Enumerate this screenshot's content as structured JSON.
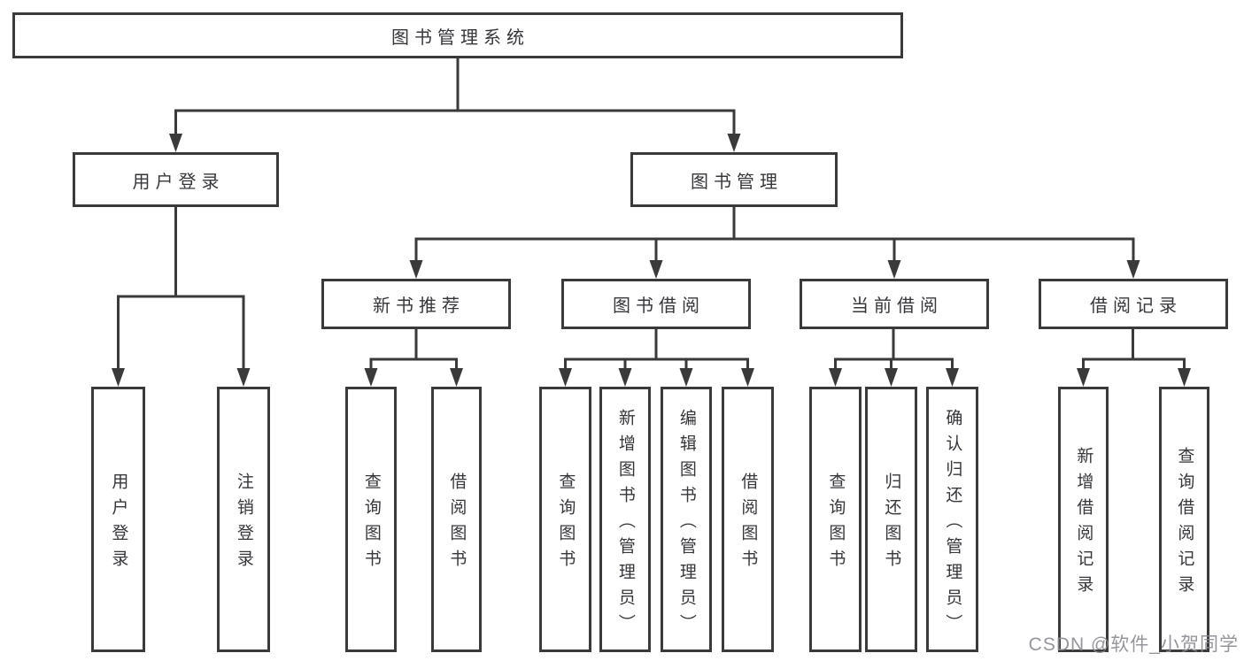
{
  "diagram": {
    "root": {
      "label": "图书管理系统",
      "children": [
        {
          "label": "用户登录",
          "children": [
            {
              "label": "用户登录"
            },
            {
              "label": "注销登录"
            }
          ]
        },
        {
          "label": "图书管理",
          "children": [
            {
              "label": "新书推荐",
              "children": [
                {
                  "label": "查询图书"
                },
                {
                  "label": "借阅图书"
                }
              ]
            },
            {
              "label": "图书借阅",
              "children": [
                {
                  "label": "查询图书"
                },
                {
                  "label": "新增图书（管理员）"
                },
                {
                  "label": "编辑图书（管理员）"
                },
                {
                  "label": "借阅图书"
                }
              ]
            },
            {
              "label": "当前借阅",
              "children": [
                {
                  "label": "查询图书"
                },
                {
                  "label": "归还图书"
                },
                {
                  "label": "确认归还（管理员）"
                }
              ]
            },
            {
              "label": "借阅记录",
              "children": [
                {
                  "label": "新增借阅记录"
                },
                {
                  "label": "查询借阅记录"
                }
              ]
            }
          ]
        }
      ]
    }
  },
  "watermark": {
    "text": "CSDN @软件_小贺同学"
  },
  "colors": {
    "line": "#3a3a3a",
    "text": "#36363b",
    "box_background": "#ffffff",
    "watermark": "#898b90"
  }
}
